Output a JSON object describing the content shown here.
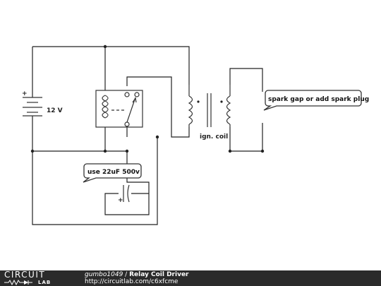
{
  "diagram": {
    "battery_label": "12 V",
    "battery_plus": "+",
    "coil_label": "ign. coil",
    "capacitor_plus": "+",
    "notes": {
      "spark": "spark gap or add spark plug",
      "capacitor": "use 22uF 500v"
    }
  },
  "footer": {
    "logo_top": "CIRCUIT",
    "logo_bottom": "LAB",
    "author": "gumbo1049",
    "separator": " / ",
    "title": "Relay Coil Driver",
    "url": "http://circuitlab.com/c6xfcme"
  }
}
